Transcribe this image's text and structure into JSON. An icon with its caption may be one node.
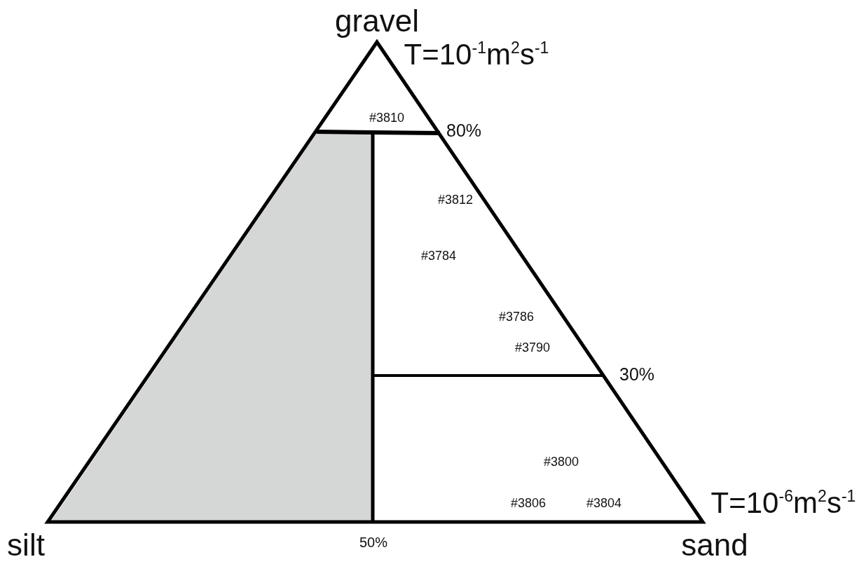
{
  "diagram": {
    "labels": [
      "gravel",
      "T=10$^{-1}$m$^{2}$s$^{-1}$",
      "#3810",
      "80%",
      "#3812",
      "#3784",
      "#3786",
      "#3790",
      "30%",
      "#3800",
      "#3806",
      "#3804",
      "T=10$^{-6}$m$^{2}$s$^{-1}$",
      "silt",
      "50%",
      "sand"
    ]
  }
}
